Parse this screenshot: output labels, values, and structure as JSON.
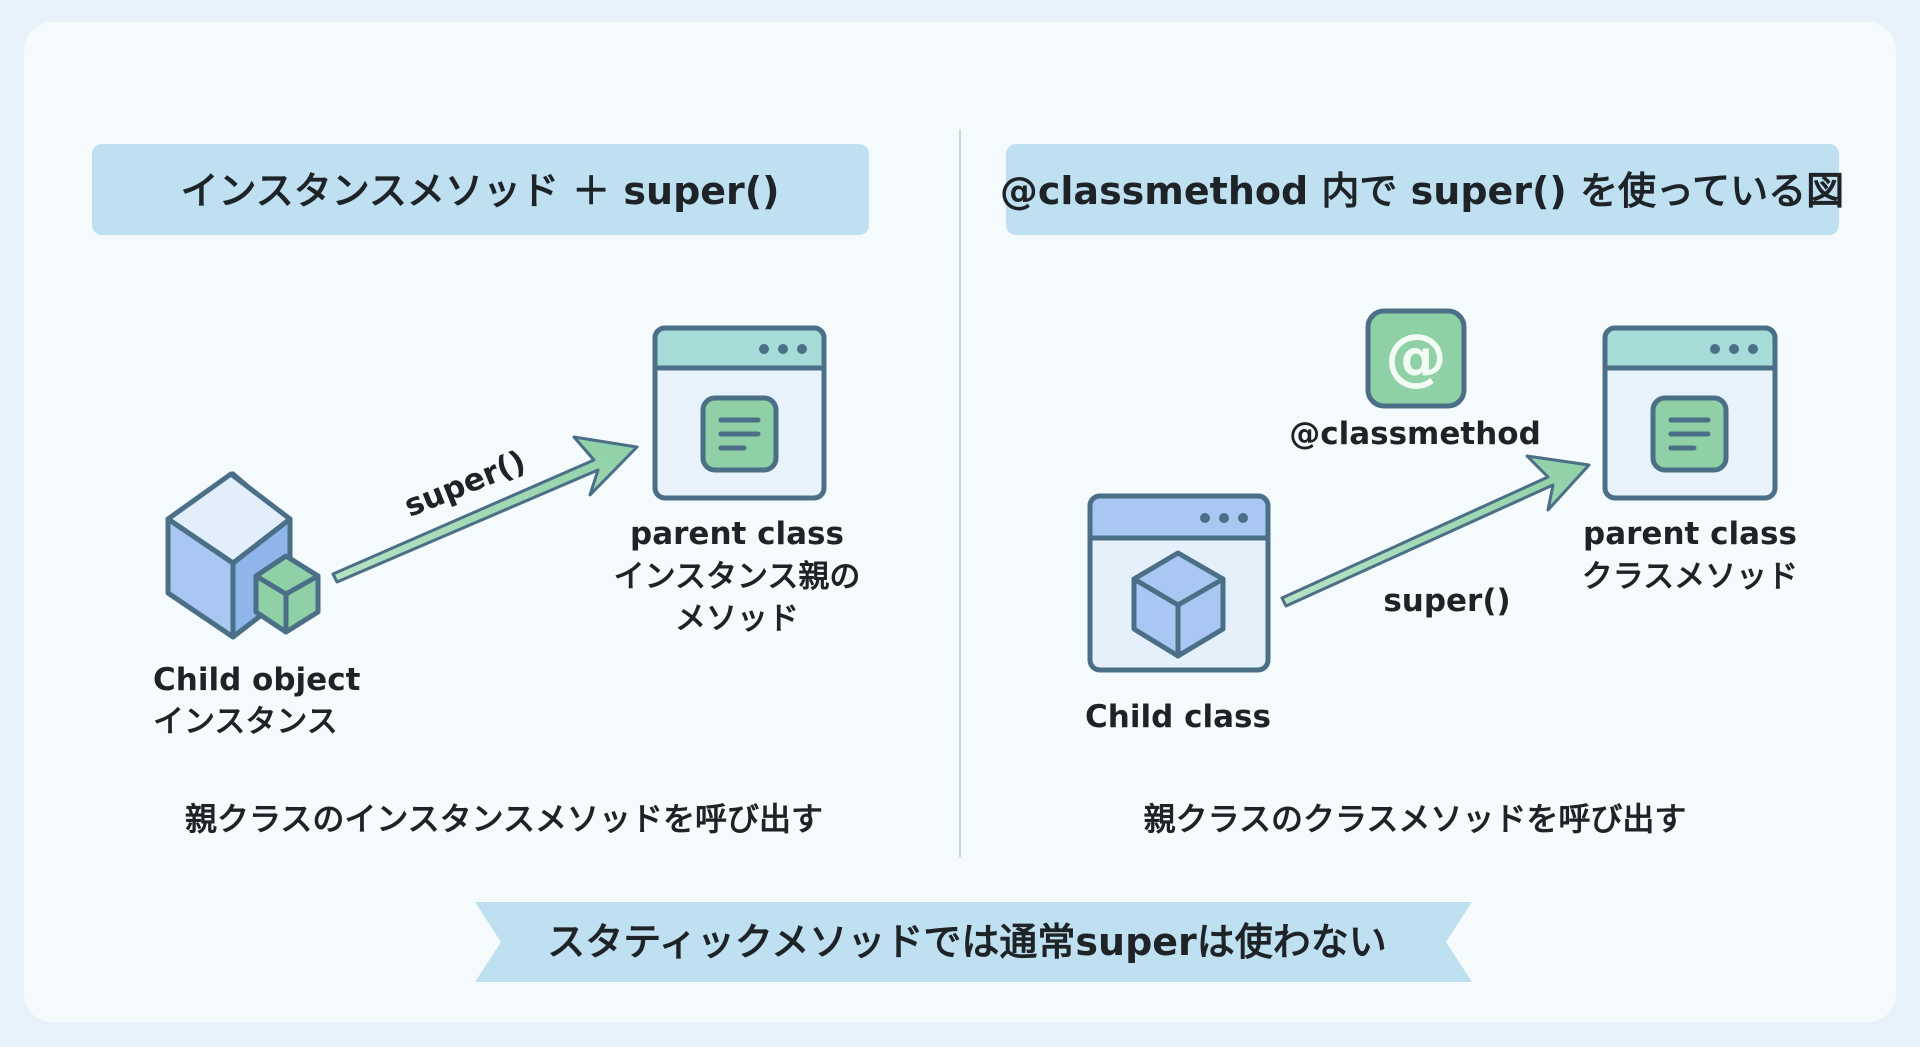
{
  "left_panel": {
    "title": "インスタンスメソッド ＋ super()",
    "arrow_label": "super()",
    "child_label": [
      "Child object",
      "インスタンス"
    ],
    "parent_label": [
      "parent class",
      "インスタンス親の",
      "メソッド"
    ],
    "caption": "親クラスのインスタンスメソッドを呼び出す"
  },
  "right_panel": {
    "title": "@classmethod 内で super() を使っている図",
    "decorator_icon_glyph": "@",
    "decorator_label": "@classmethod",
    "arrow_label": "super()",
    "child_label": "Child class",
    "parent_label": [
      "parent class",
      "クラスメソッド"
    ],
    "caption": "親クラスのクラスメソッドを呼び出す"
  },
  "footer": {
    "note": "スタティックメソッドでは通常superは使わない"
  },
  "colors": {
    "banner": "#bfe0f1",
    "arrow": "#8fd0a6",
    "window_header": "#a6dcd8",
    "blue_box": "#a9c7f2",
    "green_box": "#8fd0a6",
    "outline": "#4a6f86"
  }
}
